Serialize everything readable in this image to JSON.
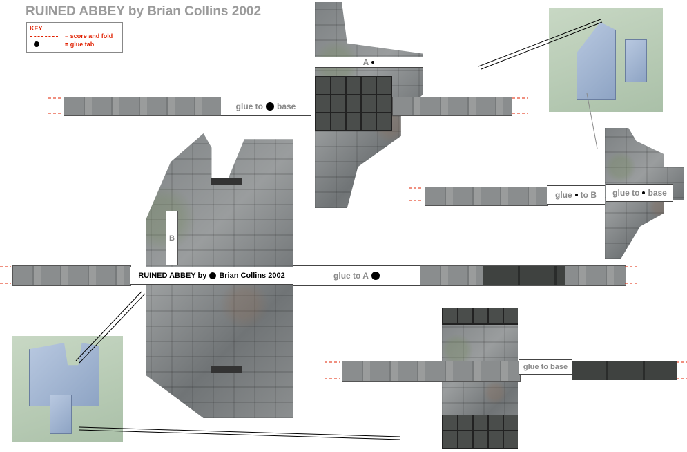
{
  "title": "RUINED ABBEY by Brian Collins 2002",
  "key": {
    "heading": "KEY",
    "score_label": "= score and fold",
    "glue_label": "= glue tab"
  },
  "labels": {
    "a_marker": "A",
    "b_marker": "B",
    "top_strip_glue_to": "glue to",
    "top_strip_base": "base",
    "mid_right_glue": "glue",
    "mid_right_to_b": "to B",
    "right_piece_glue_to": "glue to",
    "right_piece_base": "base",
    "banner_left": "RUINED ABBEY by",
    "banner_right": "Brian Collins 2002",
    "glue_to_a": "glue to A",
    "bottom_glue_to_base": "glue to base"
  },
  "colors": {
    "key_red": "#e02000",
    "title_gray": "#9a9a9a"
  }
}
